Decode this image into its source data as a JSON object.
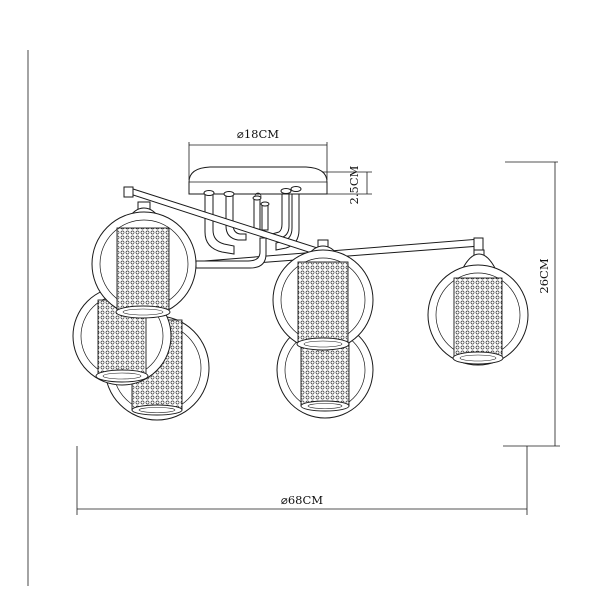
{
  "dimensions": {
    "canopy_diameter": "⌀18CM",
    "canopy_height": "2.5CM",
    "total_height": "26CM",
    "total_diameter": "⌀68CM"
  },
  "colors": {
    "line": "#1a1a1a",
    "background": "#ffffff"
  }
}
